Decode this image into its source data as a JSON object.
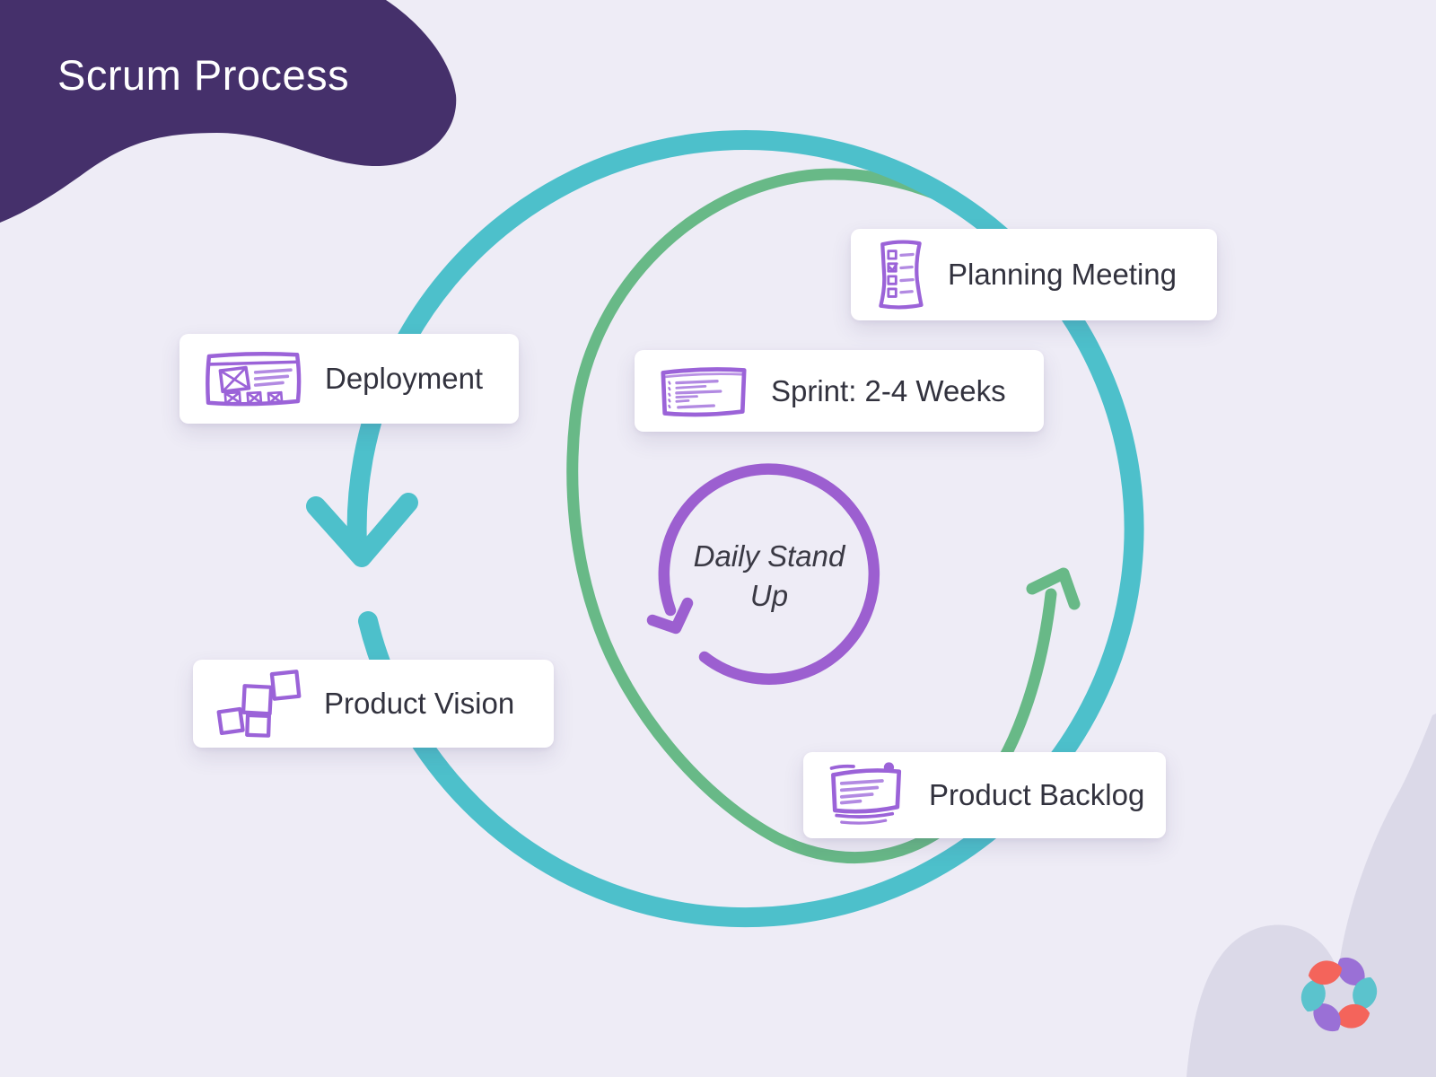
{
  "header": {
    "title": "Scrum Process"
  },
  "diagram": {
    "cards": [
      {
        "label": "Deployment",
        "icon": "wireframe-page-icon"
      },
      {
        "label": "Planning Meeting",
        "icon": "checklist-icon"
      },
      {
        "label": "Sprint: 2-4 Weeks",
        "icon": "browser-window-icon"
      },
      {
        "label": "Product Vision",
        "icon": "sticky-notes-icon"
      },
      {
        "label": "Product Backlog",
        "icon": "document-stack-icon"
      }
    ],
    "center_label": "Daily Stand\nUp",
    "cycles": [
      {
        "name": "outer-cycle-arrow",
        "color": "#4DC0CB"
      },
      {
        "name": "mid-cycle-arrow",
        "color": "#68B987"
      },
      {
        "name": "daily-standup-cycle-arrow",
        "color": "#9C5FD0"
      }
    ]
  },
  "footer": {
    "logo": "flower-logo-icon"
  },
  "colors": {
    "background": "#EEECF6",
    "title_blob": "#45306B",
    "title_text": "#FFFFFF",
    "outer_cycle": "#4DC0CB",
    "mid_cycle": "#68B987",
    "inner_cycle": "#9C5FD0",
    "card_background": "#FFFFFF",
    "card_text": "#32323E",
    "icon_stroke": "#9B63D8",
    "icon_stroke_light": "#B28AE2",
    "corner_blob": "#DBD9E8",
    "logo_red": "#F4645B",
    "logo_purple": "#9A70D6",
    "logo_teal": "#5BC3CD"
  }
}
